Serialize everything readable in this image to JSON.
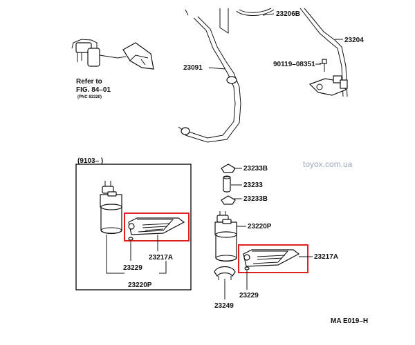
{
  "labels": {
    "refer_line1": "Refer to",
    "refer_line2": "FIG. 84–01",
    "refer_line3": "(PNC 83320)",
    "p23206B": "23206B",
    "p23204": "23204",
    "p23091": "23091",
    "p90119": "90119–08351",
    "inset_title": "(9103–          )",
    "inset_23229": "23229",
    "inset_23217A": "23217A",
    "inset_23220P": "23220P",
    "p23233B_top": "23233B",
    "p23233": "23233",
    "p23233B_bot": "23233B",
    "p23220P": "23220P",
    "p23217A": "23217A",
    "p23229": "23229",
    "p23249": "23249",
    "fig_code": "MA E019–H",
    "watermark": "toyox.com.ua"
  },
  "colors": {
    "highlight": "#e02020",
    "watermark": "#9aa9b8",
    "ink": "#111111"
  }
}
